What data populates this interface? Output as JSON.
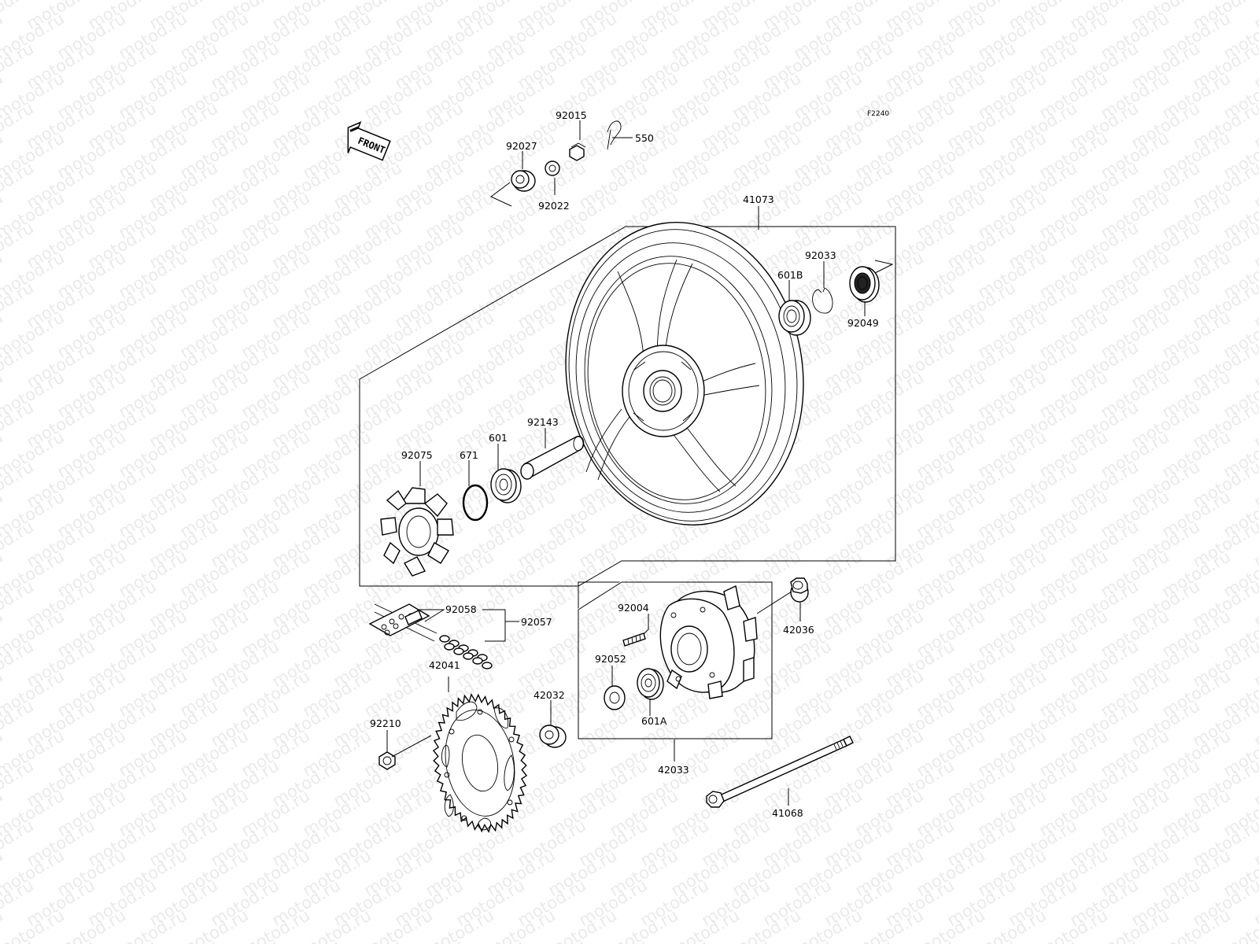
{
  "watermark": {
    "text": "motod.ru"
  },
  "diagram_code": "F2240",
  "front_label": "FRONT",
  "parts": {
    "p92015": "92015",
    "p550": "550",
    "p92027": "92027",
    "p92022": "92022",
    "p41073": "41073",
    "p92033": "92033",
    "p601B": "601B",
    "p92049": "92049",
    "p92143": "92143",
    "p601": "601",
    "p92075": "92075",
    "p671": "671",
    "p92058": "92058",
    "p92057": "92057",
    "p92004": "92004",
    "p42036": "42036",
    "p92052": "92052",
    "p42041": "42041",
    "p42032": "42032",
    "p601A": "601A",
    "p92210": "92210",
    "p42033": "42033",
    "p41068": "41068"
  }
}
